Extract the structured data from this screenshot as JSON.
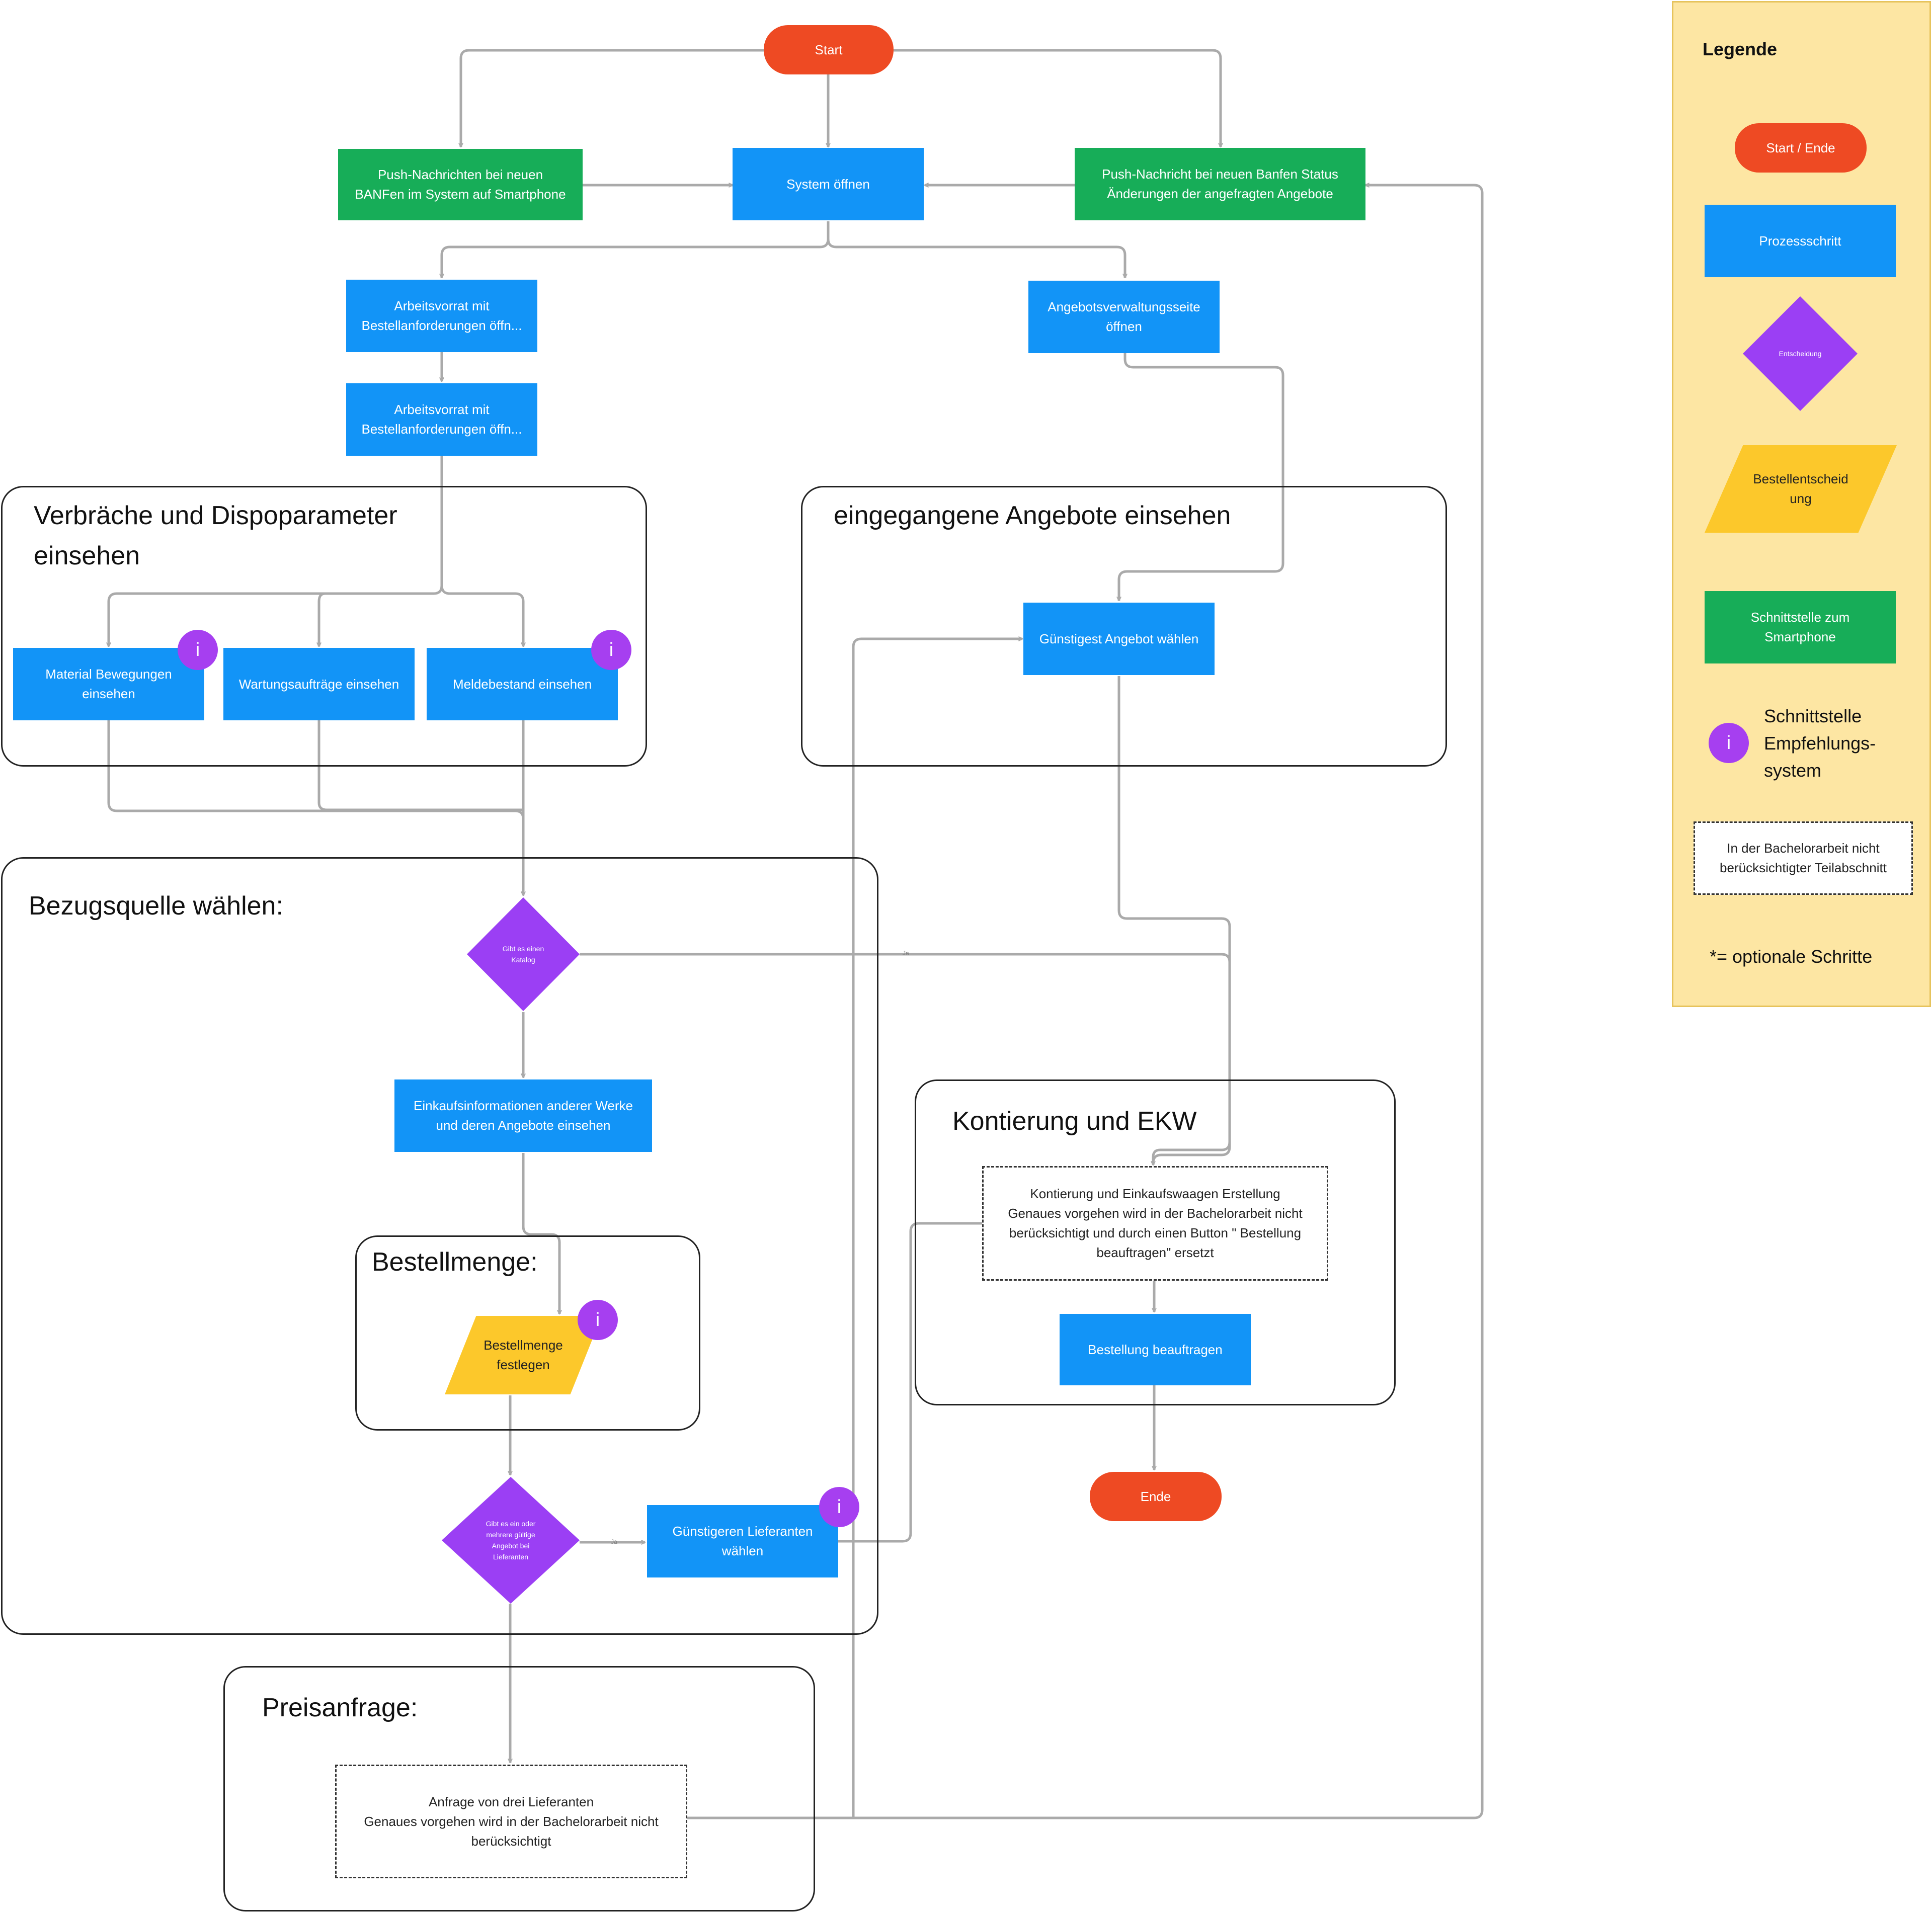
{
  "nodes": {
    "start": "Start",
    "push_banfen": "Push-Nachrichten bei neuen\nBANFen im System auf Smartphone",
    "system_open": "System öffnen",
    "push_status": "Push-Nachricht bei neuen Banfen Status\nÄnderungen der angefragten Angebote",
    "arbeitsvorrat_1": "Arbeitsvorrat mit\nBestellanforderungen öffn...",
    "arbeitsvorrat_2": "Arbeitsvorrat mit\nBestellanforderungen öffn...",
    "angebotsverwaltung": "Angebotsverwaltungsseite\nöffnen",
    "material_bewegungen": "Material Bewegungen\neinsehen",
    "wartungsauftraege": "Wartungsaufträge einsehen",
    "meldebestand": "Meldebestand einsehen",
    "guenstigstes_angebot": "Günstigest Angebot wählen",
    "katalog_decision": "Gibt es einen\nKatalog",
    "einkaufsinformationen": "Einkaufsinformationen anderer Werke\nund deren Angebote einsehen",
    "bestellmenge_festlegen": "Bestellmenge\nfestlegen",
    "angebot_decision": "Gibt es ein oder\nmehrere gültige\nAngebot bei\nLieferanten",
    "guenstigeren_lieferanten": "Günstigeren Lieferanten\nwählen",
    "kontierung": "Kontierung und Einkaufswaagen Erstellung\nGenaues vorgehen wird in der Bachelorarbeit nicht\nberücksichtigt und durch einen Button \" Bestellung\nbeauftragen\" ersetzt",
    "bestellung_beauftragen": "Bestellung beauftragen",
    "ende": "Ende",
    "anfrage_lieferanten": "Anfrage von drei Lieferanten\nGenaues vorgehen wird in der Bachelorarbeit nicht\nberücksichtigt"
  },
  "groups": {
    "verbraeche": "Verbräche und Dispoparameter\neinsehen",
    "eingegangene": "eingegangene Angebote einsehen",
    "bezugsquelle": "Bezugsquelle wählen:",
    "bestellmenge": "Bestellmenge:",
    "kontierung_ekw": "Kontierung und EKW",
    "preisanfrage": "Preisanfrage:"
  },
  "badge_symbol": "i",
  "edge_labels": {
    "katalog_yes": "Ja",
    "angebot_yes": "Ja"
  },
  "legend": {
    "title": "Legende",
    "start_ende": "Start / Ende",
    "prozessschritt": "Prozessschritt",
    "entscheidung": "Entscheidung",
    "bestellentscheidung": "Bestellentscheid\nung",
    "schnittstelle_smartphone": "Schnittstelle zum\nSmartphone",
    "schnittstelle_empfehlung": "Schnittstelle\nEmpfehlungs-\nsystem",
    "nicht_beruecksichtigt": "In der Bachelorarbeit nicht\nberücksichtigter Teilabschnitt",
    "optionale_schritte": "*= optionale Schritte"
  },
  "colors": {
    "terminal": "#ee4a23",
    "process": "#1294f7",
    "decision": "#9b3ff4",
    "order_decision": "#fcc82b",
    "smartphone": "#17ad58",
    "recommendation_badge": "#a63ff0",
    "legend_background": "#fde6a3",
    "connector": "#aaaaaa"
  }
}
